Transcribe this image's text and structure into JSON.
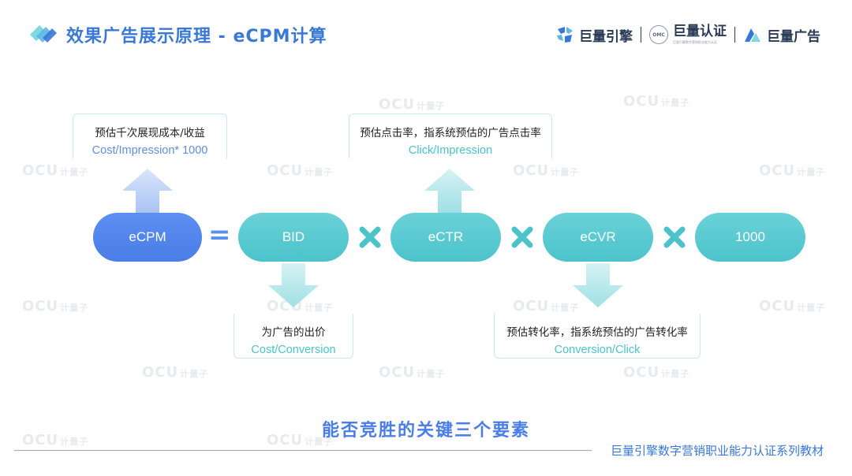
{
  "header": {
    "title": "效果广告展示原理 - eCPM计算",
    "brands": [
      "巨量引擎",
      "巨量认证",
      "巨量广告"
    ],
    "omc_badge": "OMC",
    "omc_subtitle": "巨量引擎数字营销职业能力认证"
  },
  "watermark": {
    "logo": "OCU",
    "text": "计量子"
  },
  "formula": {
    "result": "eCPM",
    "equals": "=",
    "factors": [
      "BID",
      "eCTR",
      "eCVR",
      "1000"
    ]
  },
  "notes": {
    "ecpm": {
      "label": "预估千次展现成本/收益",
      "formula": "Cost/Impression* 1000"
    },
    "ctr": {
      "label": "预估点击率，指系统预估的广告点击率",
      "formula": "Click/Impression"
    },
    "bid": {
      "label": "为广告的出价",
      "formula": "Cost/Conversion"
    },
    "cvr": {
      "label": "预估转化率，指系统预估的广告转化率",
      "formula": "Conversion/Click"
    }
  },
  "bottom_heading": "能否竞胜的关键三个要素",
  "footer": "巨量引擎数字营销职业能力认证系列教材",
  "colors": {
    "blue": "#4a7de6",
    "teal": "#4cc3cb",
    "title_blue": "#3a78d6"
  }
}
